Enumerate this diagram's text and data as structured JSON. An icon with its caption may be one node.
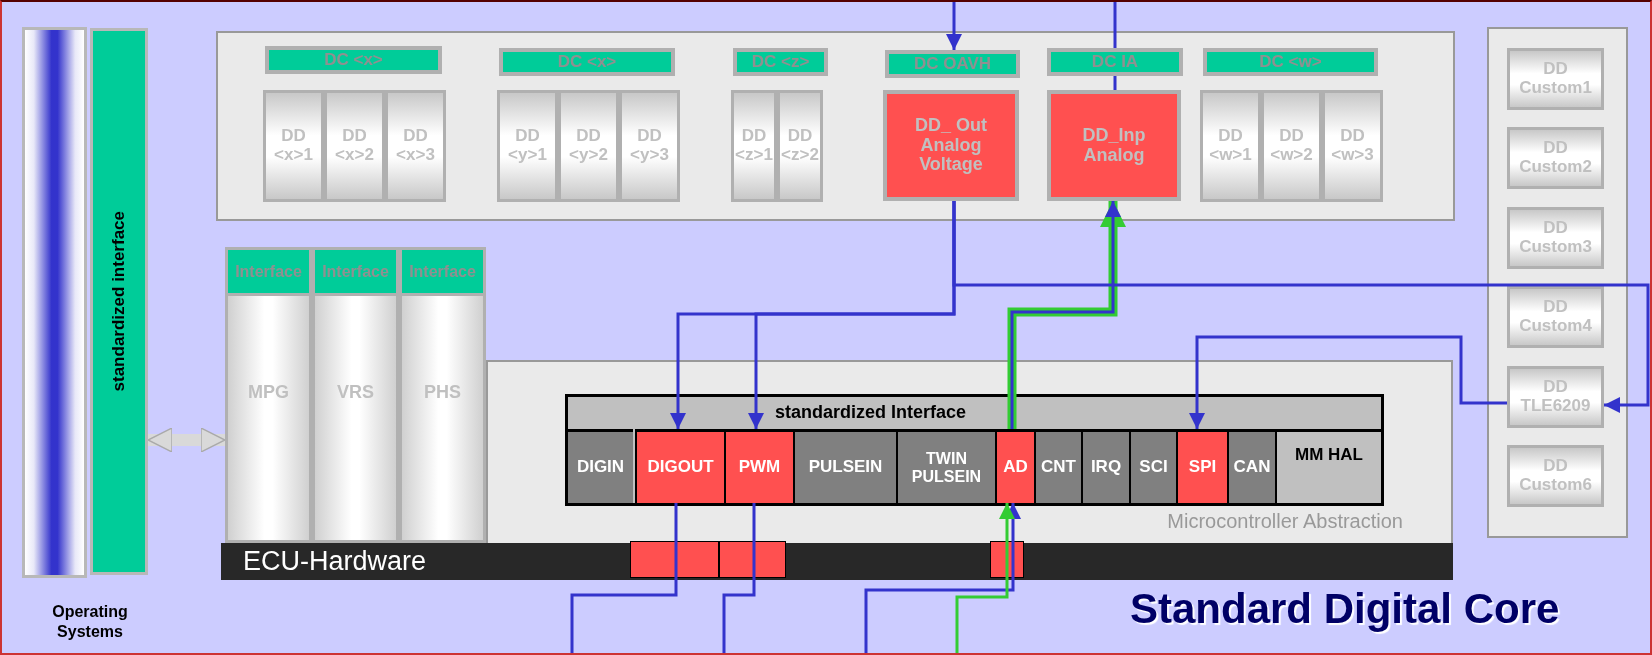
{
  "diagram": {
    "title": "Standard Digital Core",
    "nodes": [
      {
        "text": [
          "Operating Systems"
        ]
      },
      {
        "text": [
          "standardized interface"
        ]
      },
      {
        "text": [],
        "shape": "box"
      },
      {
        "text": [
          "DC <x>"
        ],
        "in": 2
      },
      {
        "text": [
          "DD <x>1"
        ],
        "in": 2
      },
      {
        "text": [
          "DD <x>2"
        ],
        "in": 2
      },
      {
        "text": [
          "DD <x>3"
        ],
        "in": 2
      },
      {
        "text": [
          "DC <x>"
        ],
        "in": 2
      },
      {
        "text": [
          "DD <y>1"
        ],
        "in": 2
      },
      {
        "text": [
          "DD <y>2"
        ],
        "in": 2
      },
      {
        "text": [
          "DD <y>3"
        ],
        "in": 2
      },
      {
        "text": [
          "DC <z>"
        ],
        "in": 2
      },
      {
        "text": [
          "DD <z>1"
        ],
        "in": 2
      },
      {
        "text": [
          "DD <z>2"
        ],
        "in": 2
      },
      {
        "text": [
          "DC OAVH"
        ],
        "in": 2
      },
      {
        "text": [
          "DD_ Out Analog Voltage"
        ],
        "in": 2
      },
      {
        "text": [
          "DC IA"
        ],
        "in": 2
      },
      {
        "text": [
          "DD_Inp Analog"
        ],
        "in": 2
      },
      {
        "text": [
          "DC <w>"
        ],
        "in": 2
      },
      {
        "text": [
          "DD <w>1"
        ],
        "in": 2
      },
      {
        "text": [
          "DD <w>2"
        ],
        "in": 2
      },
      {
        "text": [
          "DD <w>3"
        ],
        "in": 2
      },
      {
        "text": [],
        "shape": "box"
      },
      {
        "text": [
          "DD Custom1"
        ],
        "in": 22
      },
      {
        "text": [
          "DD Custom2"
        ],
        "in": 22
      },
      {
        "text": [
          "DD Custom3"
        ],
        "in": 22
      },
      {
        "text": [
          "DD Custom4"
        ],
        "in": 22
      },
      {
        "text": [
          "DD TLE6209"
        ],
        "in": 22
      },
      {
        "text": [
          "DD Custom6"
        ],
        "in": 22
      },
      {
        "text": [
          "Interface",
          "MPG"
        ]
      },
      {
        "text": [
          "Interface",
          "VRS"
        ]
      },
      {
        "text": [
          "Interface",
          "PHS"
        ]
      },
      {
        "text": [
          "Microcontroller Abstraction"
        ]
      },
      {
        "text": [
          "standardized Interface"
        ],
        "in": 32
      },
      {
        "text": [
          "DIGIN"
        ],
        "in": 33
      },
      {
        "text": [
          "DIGOUT"
        ],
        "in": 33
      },
      {
        "text": [
          "PWM"
        ],
        "in": 33
      },
      {
        "text": [
          "PULSEIN"
        ],
        "in": 33
      },
      {
        "text": [
          "TWIN PULSEIN"
        ],
        "in": 33
      },
      {
        "text": [
          "AD"
        ],
        "in": 33
      },
      {
        "text": [
          "CNT"
        ],
        "in": 33
      },
      {
        "text": [
          "IRQ"
        ],
        "in": 33
      },
      {
        "text": [
          "SCI"
        ],
        "in": 33
      },
      {
        "text": [
          "SPI"
        ],
        "in": 33
      },
      {
        "text": [
          "CAN"
        ],
        "in": 33
      },
      {
        "text": [
          "MM HAL"
        ],
        "in": 33
      },
      {
        "text": [
          "ECU-Hardware"
        ]
      },
      {
        "text": [],
        "shape": "box",
        "in": 46
      },
      {
        "text": [],
        "shape": "box",
        "in": 46
      },
      {
        "text": [],
        "shape": "box",
        "in": 46
      }
    ],
    "edges": [
      {
        "from": null,
        "to": 14,
        "arrow": "to"
      },
      {
        "from": 17,
        "to": null,
        "arrow": "none"
      },
      {
        "from": 15,
        "to": 35,
        "arrow": "to"
      },
      {
        "from": 15,
        "to": 36,
        "arrow": "to"
      },
      {
        "from": 15,
        "to": 27,
        "arrow": "to"
      },
      {
        "from": 27,
        "to": 43,
        "arrow": "to"
      },
      {
        "from": 39,
        "to": 17,
        "arrow": "to",
        "style": "thick",
        "color": "#33cc33"
      },
      {
        "from": 39,
        "to": 17,
        "arrow": "to"
      },
      {
        "from": null,
        "to": 39,
        "arrow": "to"
      },
      {
        "from": null,
        "to": 39,
        "arrow": "to",
        "color": "#33cc33"
      },
      {
        "from": 35,
        "to": null,
        "arrow": "none"
      },
      {
        "from": 36,
        "to": null,
        "arrow": "none"
      },
      {
        "from": 1,
        "to": 29,
        "arrow": "both",
        "style": "thick",
        "color": "#d9d9d9"
      }
    ]
  }
}
